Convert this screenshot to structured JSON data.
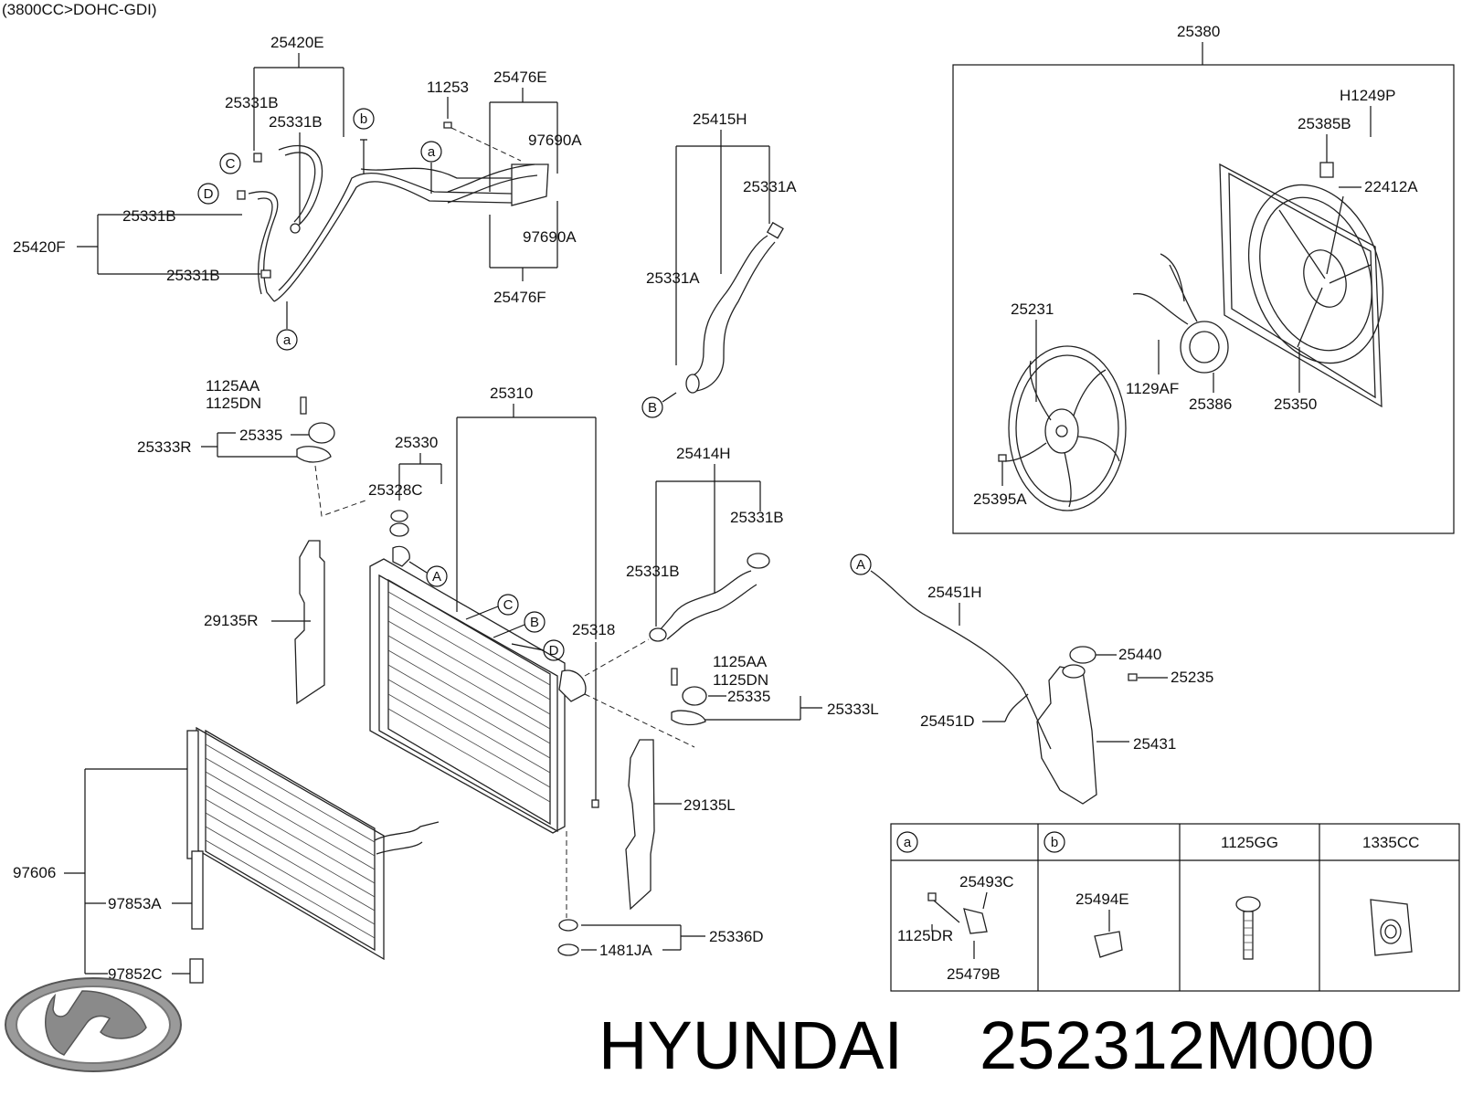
{
  "header_note": "(3800CC>DOHC-GDI)",
  "brand": "HYUNDAI",
  "part_number": "252312M000",
  "labels": {
    "p25420E": "25420E",
    "p25331B_1": "25331B",
    "p25331B_2": "25331B",
    "p25331B_3": "25331B",
    "p25331B_4": "25331B",
    "p25420F": "25420F",
    "p11253": "11253",
    "p25476E": "25476E",
    "p97690A_1": "97690A",
    "p97690A_2": "97690A",
    "p25476F": "25476F",
    "p25415H": "25415H",
    "p25331A_1": "25331A",
    "p25331A_2": "25331A",
    "p25380": "25380",
    "pH1249P": "H1249P",
    "p25385B": "25385B",
    "p22412A": "22412A",
    "p25231": "25231",
    "p1129AF": "1129AF",
    "p25386": "25386",
    "p25350": "25350",
    "p25395A": "25395A",
    "p1125AA_1": "1125AA",
    "p1125DN_1": "1125DN",
    "p25335_1": "25335",
    "p25333R": "25333R",
    "p25310": "25310",
    "p25330": "25330",
    "p25328C": "25328C",
    "p25414H": "25414H",
    "p25331B_5": "25331B",
    "p25331B_6": "25331B",
    "p29135R": "29135R",
    "p25318": "25318",
    "p1125AA_2": "1125AA",
    "p1125DN_2": "1125DN",
    "p25335_2": "25335",
    "p25333L": "25333L",
    "p25451H": "25451H",
    "p25440": "25440",
    "p25235": "25235",
    "p25451D": "25451D",
    "p25431": "25431",
    "p29135L": "29135L",
    "p97606": "97606",
    "p97853A": "97853A",
    "p97852C": "97852C",
    "p25336D": "25336D",
    "p1481JA": "1481JA"
  },
  "circles": {
    "a": "a",
    "b": "b",
    "A": "A",
    "B": "B",
    "C": "C",
    "D": "D"
  },
  "table": {
    "headers": [
      "a",
      "b",
      "1125GG",
      "1335CC"
    ],
    "cell_a_labels": [
      "25493C",
      "1125DR",
      "25479B"
    ],
    "cell_b_label": "25494E"
  }
}
